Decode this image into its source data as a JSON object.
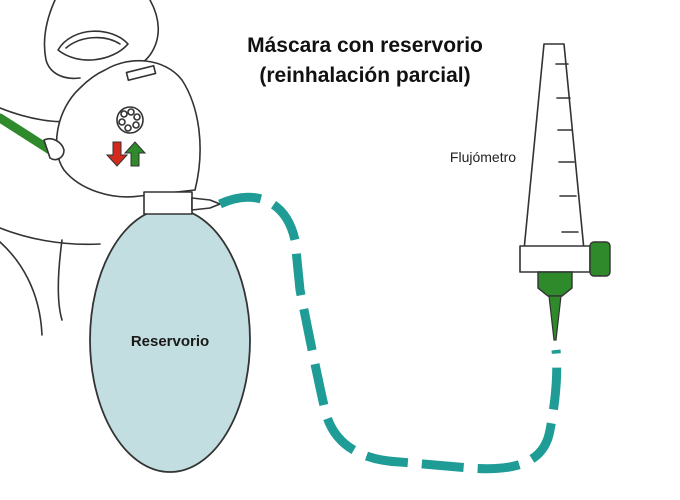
{
  "title": {
    "line1": "Máscara con reservorio",
    "line2": "(reinhalación parcial)"
  },
  "labels": {
    "flowmeter": "Flujómetro",
    "reservoir": "Reservorio"
  },
  "colors": {
    "tube": "#1f9c96",
    "bag_fill": "#c3dee0",
    "flowmeter_green": "#2e8a2a",
    "arrow_exhale": "#d42a1e",
    "arrow_inhale": "#2e8a2a",
    "outline": "#333333"
  },
  "icons": {
    "face": "patient-face-profile",
    "mask": "oxygen-mask",
    "valve": "exhalation-valve-icon",
    "flow_arrows": "inhale-exhale-arrows-icon"
  }
}
